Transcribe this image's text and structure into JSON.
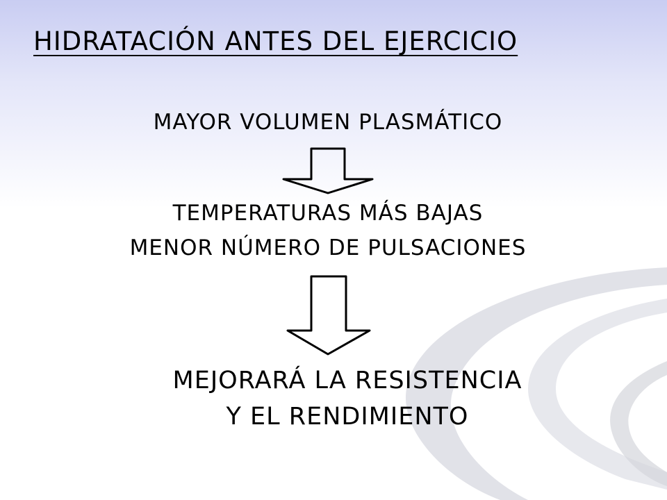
{
  "title": "HIDRATACIÓN ANTES DEL EJERCICIO",
  "steps": [
    {
      "lines": [
        "MAYOR VOLUMEN PLASMÁTICO"
      ]
    },
    {
      "lines": [
        "TEMPERATURAS MÁS BAJAS",
        "MENOR NÚMERO DE PULSACIONES"
      ]
    },
    {
      "lines": [
        "MEJORARÁ LA RESISTENCIA",
        "Y EL RENDIMIENTO"
      ]
    }
  ],
  "colors": {
    "background_top": "#c9cdf2",
    "background_bottom": "#ffffff",
    "swoosh": "#d9d9e0",
    "text": "#000000"
  },
  "icons": [
    "arrow-down-icon",
    "arrow-down-icon"
  ]
}
